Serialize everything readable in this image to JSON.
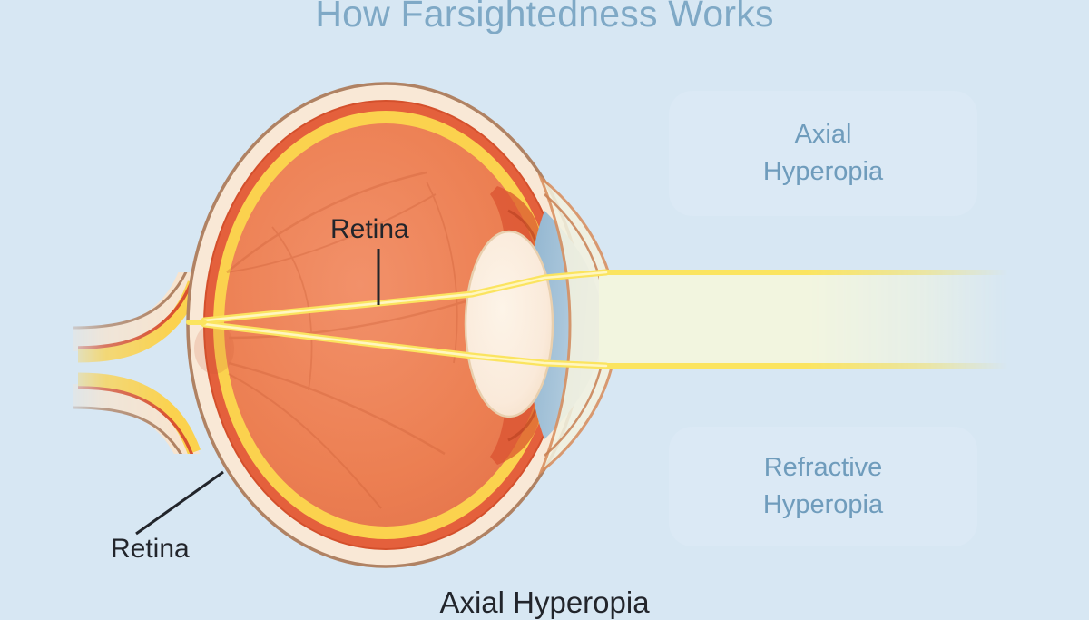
{
  "page": {
    "title": "How Farsightedness Works",
    "background_color": "#d7e7f3",
    "title_color": "#7fa9c6"
  },
  "cards": {
    "axial": {
      "line1": "Axial",
      "line2": "Hyperopia",
      "background_color": "#dbe9f5",
      "text_color": "#6f9cbc"
    },
    "refractive": {
      "line1": "Refractive",
      "line2": "Hyperopia",
      "background_color": "#dbe9f5",
      "text_color": "#6f9cbc"
    }
  },
  "diagram": {
    "name": "eye-cross-section",
    "label_retina_inner": "Retina",
    "label_retina_outer": "Retina",
    "caption": "Axial Hyperopia",
    "colors": {
      "sclera": "#f7e4cf",
      "sclera_outline": "#b08263",
      "choroid": "#e4603c",
      "retina": "#fbd24e",
      "vitreous": "#ef8a5c",
      "lens": "#fbeedd",
      "anterior_chamber": "#9fc0d8",
      "cornea": "#f3f2e0",
      "light_ray": "#fbe45f",
      "beam_fill": "#f2f5df"
    }
  }
}
